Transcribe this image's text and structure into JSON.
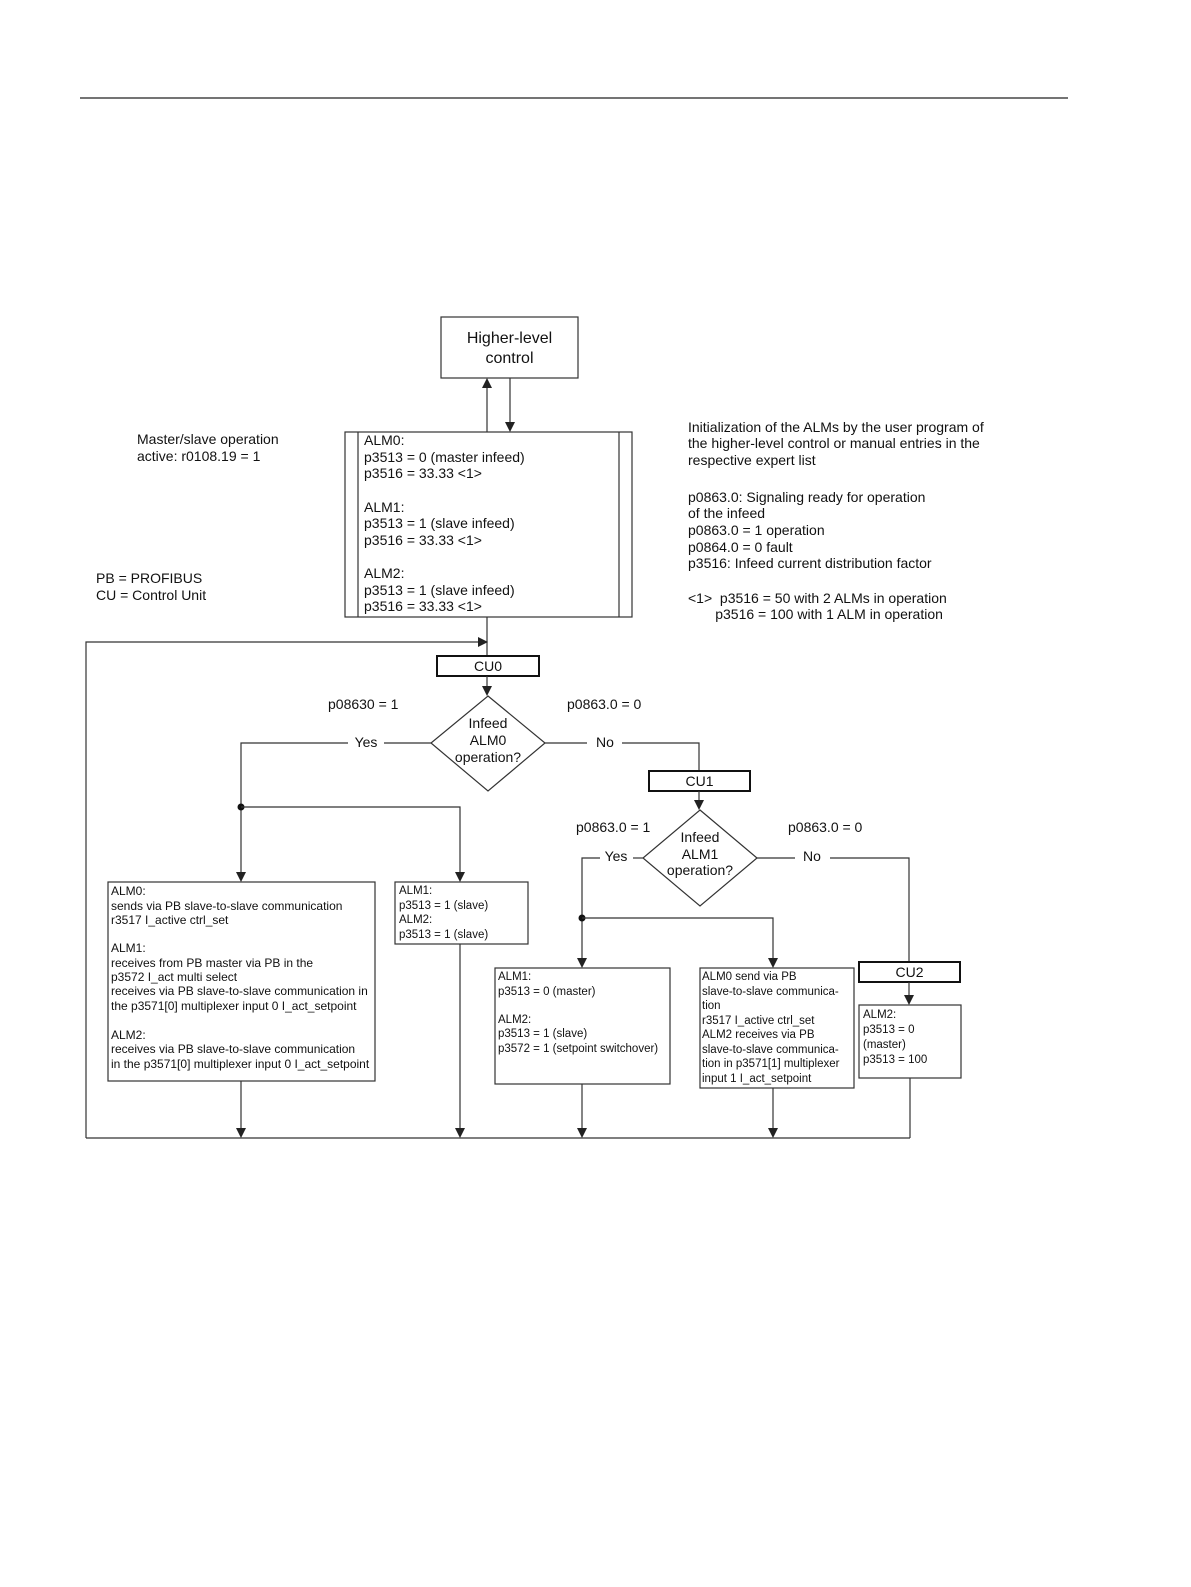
{
  "higher_level_control": [
    "Higher-level",
    "control"
  ],
  "master_slave_note": [
    "Master/slave operation",
    "active: r0108.19 = 1"
  ],
  "abbreviations": [
    "PB = PROFIBUS",
    "CU = Control Unit"
  ],
  "alm_config_box": [
    "ALM0:",
    "p3513 = 0 (master infeed)",
    "p3516 = 33.33 <1>",
    "",
    "ALM1:",
    "p3513 = 1 (slave infeed)",
    "p3516 = 33.33 <1>",
    "",
    "ALM2:",
    "p3513 = 1 (slave infeed)",
    "p3516 = 33.33 <1>"
  ],
  "init_note": [
    "Initialization of the ALMs by the user program of",
    "the higher-level control or manual entries in the",
    "respective expert list"
  ],
  "param_note": [
    "p0863.0: Signaling ready for operation",
    "of the infeed",
    "p0863.0 = 1 operation",
    "p0864.0 = 0 fault",
    "p3516: Infeed current distribution factor"
  ],
  "footnote": [
    "<1>  p3516 = 50 with 2 ALMs in operation",
    "       p3516 = 100 with 1 ALM in operation"
  ],
  "cu0_label": "CU0",
  "cu1_label": "CU1",
  "cu2_label": "CU2",
  "decision1": {
    "lines": [
      "Infeed",
      "ALM0",
      "operation?"
    ],
    "left_cond": "p08630 = 1",
    "right_cond": "p0863.0 = 0",
    "yes": "Yes",
    "no": "No"
  },
  "decision2": {
    "lines": [
      "Infeed",
      "ALM1",
      "operation?"
    ],
    "left_cond": "p0863.0 = 1",
    "right_cond": "p0863.0 = 0",
    "yes": "Yes",
    "no": "No"
  },
  "box_alm0_sends": [
    "ALM0:",
    "sends via PB slave-to-slave communication",
    "r3517 I_active ctrl_set",
    "",
    "ALM1:",
    "receives from PB master via PB in the",
    "p3572 I_act multi select",
    "receives via PB slave-to-slave communication in",
    "the p3571[0] multiplexer input 0 I_act_setpoint",
    "",
    "ALM2:",
    "receives via PB slave-to-slave communication",
    "in the p3571[0] multiplexer input 0 I_act_setpoint"
  ],
  "box_slaves": [
    "ALM1:",
    "p3513 = 1 (slave)",
    "ALM2:",
    "p3513 = 1 (slave)"
  ],
  "box_alm1_master": [
    "ALM1:",
    "p3513 = 0 (master)",
    "",
    "ALM2:",
    "p3513 = 1 (slave)",
    "p3572 = 1 (setpoint switchover)"
  ],
  "box_alm0_send_pb": [
    "ALM0 send via PB",
    "slave-to-slave communica-",
    "tion",
    "r3517 I_active ctrl_set",
    "ALM2 receives via PB",
    "slave-to-slave communica-",
    "tion in p3571[1] multiplexer",
    "input 1 I_act_setpoint"
  ],
  "box_alm2_master": [
    "ALM2:",
    "p3513 = 0",
    "(master)",
    "p3513 = 100"
  ]
}
